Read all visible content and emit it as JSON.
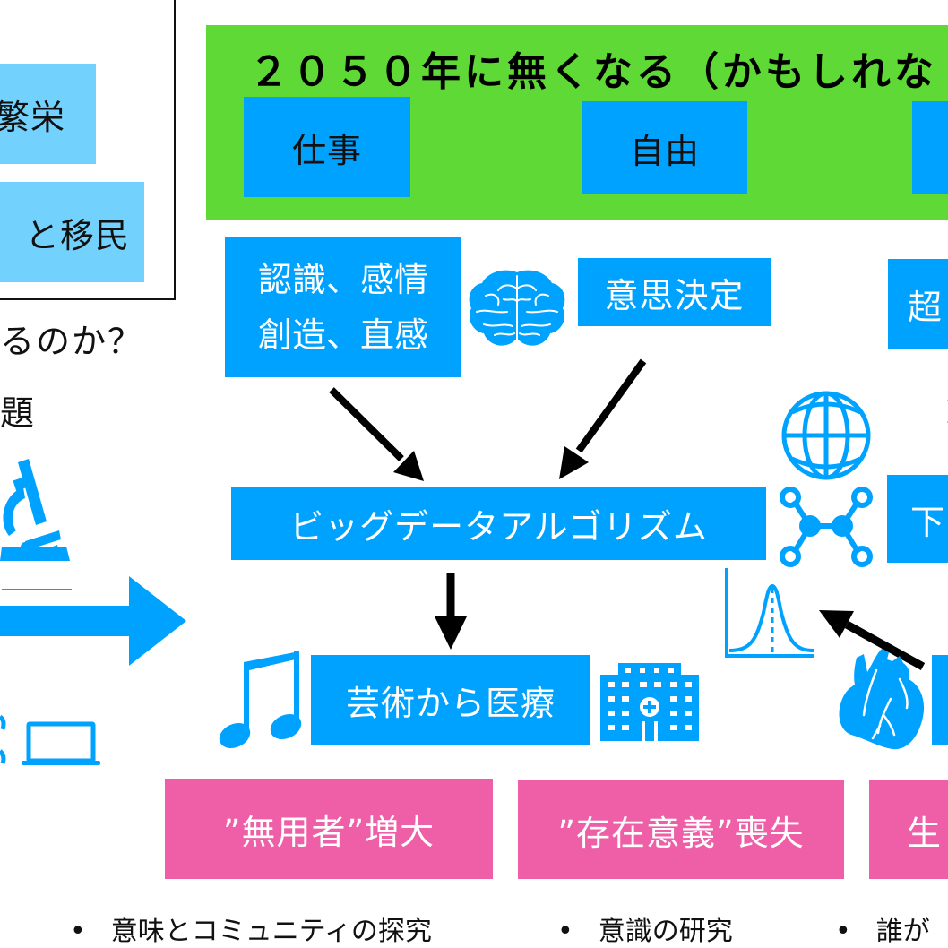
{
  "left_panel": {
    "box_prosperity": "繁栄",
    "box_migration": "と移民",
    "question_text": "るのか？",
    "problem_text": "題"
  },
  "top_banner": {
    "title": "２０５０年に無くなる（かもしれな",
    "items": [
      "仕事",
      "自由",
      ""
    ]
  },
  "middle": {
    "cognition_box_line1": "認識、感情",
    "cognition_box_line2": "創造、直感",
    "decision_box": "意思決定",
    "super_box": "超",
    "big_data_box": "ビッグデータアルゴリズム",
    "lower_box": "下",
    "art_medicine_box": "芸術から医療"
  },
  "outcomes": {
    "items": [
      "”無用者”増大",
      "”存在意義”喪失",
      "生"
    ]
  },
  "bullets": {
    "items": [
      "意味とコミュニティの探究",
      "意識の研究",
      "誰が"
    ]
  },
  "colors": {
    "blue": "#00a2ff",
    "light_blue": "#73d2fd",
    "green": "#5fd935",
    "pink": "#ee5fa7",
    "arrow": "#000000"
  }
}
